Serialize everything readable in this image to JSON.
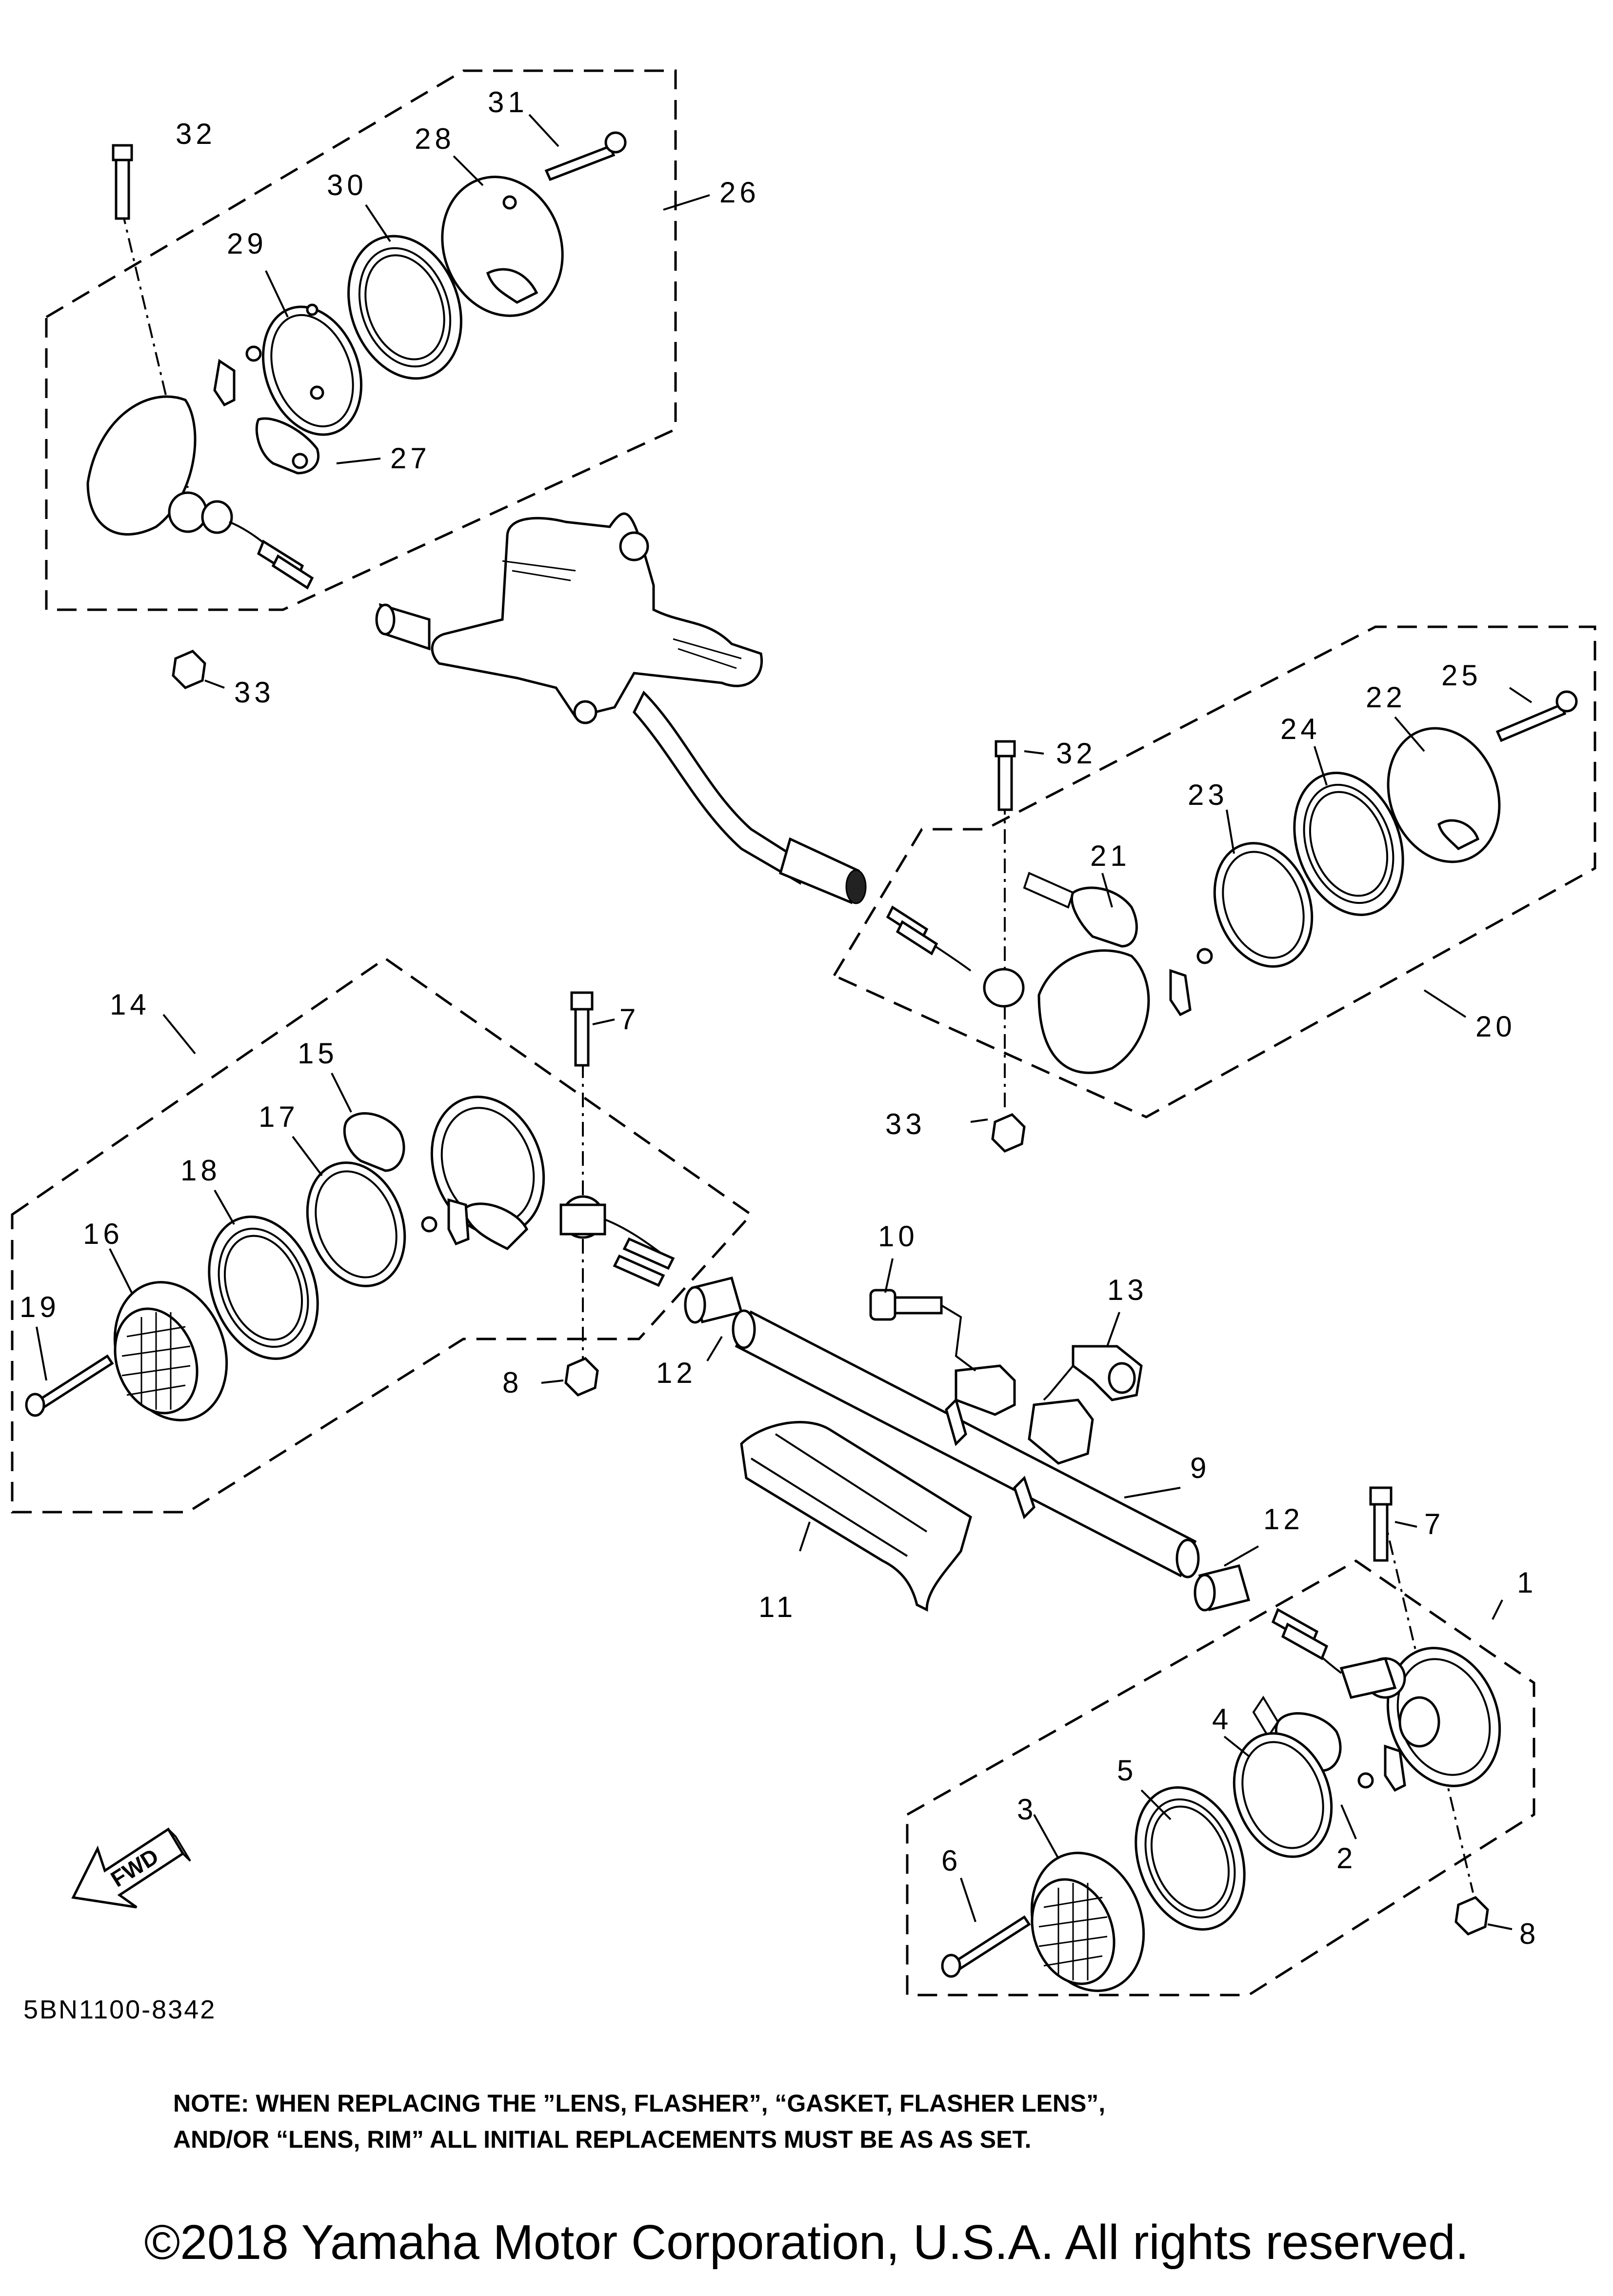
{
  "callouts": [
    "1",
    "2",
    "3",
    "4",
    "5",
    "6",
    "7",
    "7",
    "8",
    "8",
    "9",
    "10",
    "11",
    "12",
    "12",
    "13",
    "14",
    "15",
    "16",
    "17",
    "18",
    "19",
    "20",
    "21",
    "22",
    "23",
    "24",
    "25",
    "26",
    "27",
    "28",
    "29",
    "30",
    "31",
    "32",
    "32",
    "33",
    "33"
  ],
  "diagram_code": "5BN1100-8342",
  "fwd_label": "FWD",
  "note": {
    "line1": "NOTE: WHEN REPLACING THE  ”LENS, FLASHER”, “GASKET, FLASHER LENS”,",
    "line2": "AND/OR “LENS, RIM” ALL INITIAL REPLACEMENTS MUST BE AS AS SET."
  },
  "copyright": "©2018 Yamaha Motor Corporation, U.S.A. All rights reserved."
}
